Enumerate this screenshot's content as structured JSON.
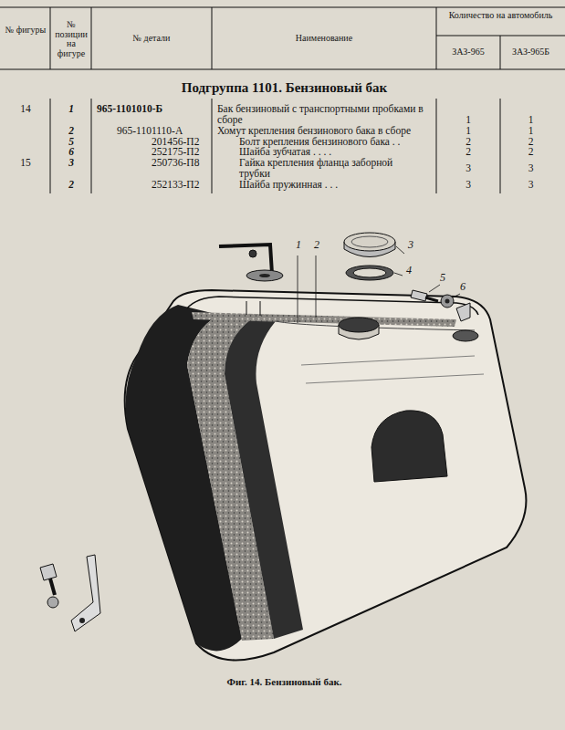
{
  "diagram": {
    "title": "Подгруппа 1101. Бензиновый бак",
    "caption": "Фиг. 14. Бензиновый бак.",
    "labels": [
      "№ фигуры",
      "№ позиции на фигуре",
      "№ детали",
      "Наименование",
      "Количество на автомобиль",
      "ЗАЗ-965",
      "ЗАЗ-965Б",
      "14",
      "1",
      "965-1101010-Б",
      "Бак бензиновый с транспортными пробками в сборе",
      "1",
      "1",
      "2",
      "965-1101110-А",
      "Хомут крепления бензинового бака в сборе",
      "1",
      "1",
      "5",
      "201456-П2",
      "Болт крепления бензинового бака . .",
      "2",
      "2",
      "6",
      "252175-П2",
      "Шайба зубчатая . . . .",
      "2",
      "2",
      "15",
      "3",
      "250736-П8",
      "Гайка крепления фланца заборной трубки",
      "3",
      "3",
      "2",
      "252133-П2",
      "Шайба пружинная . . .",
      "3",
      "3",
      "1",
      "2",
      "3",
      "4",
      "5",
      "6"
    ]
  }
}
